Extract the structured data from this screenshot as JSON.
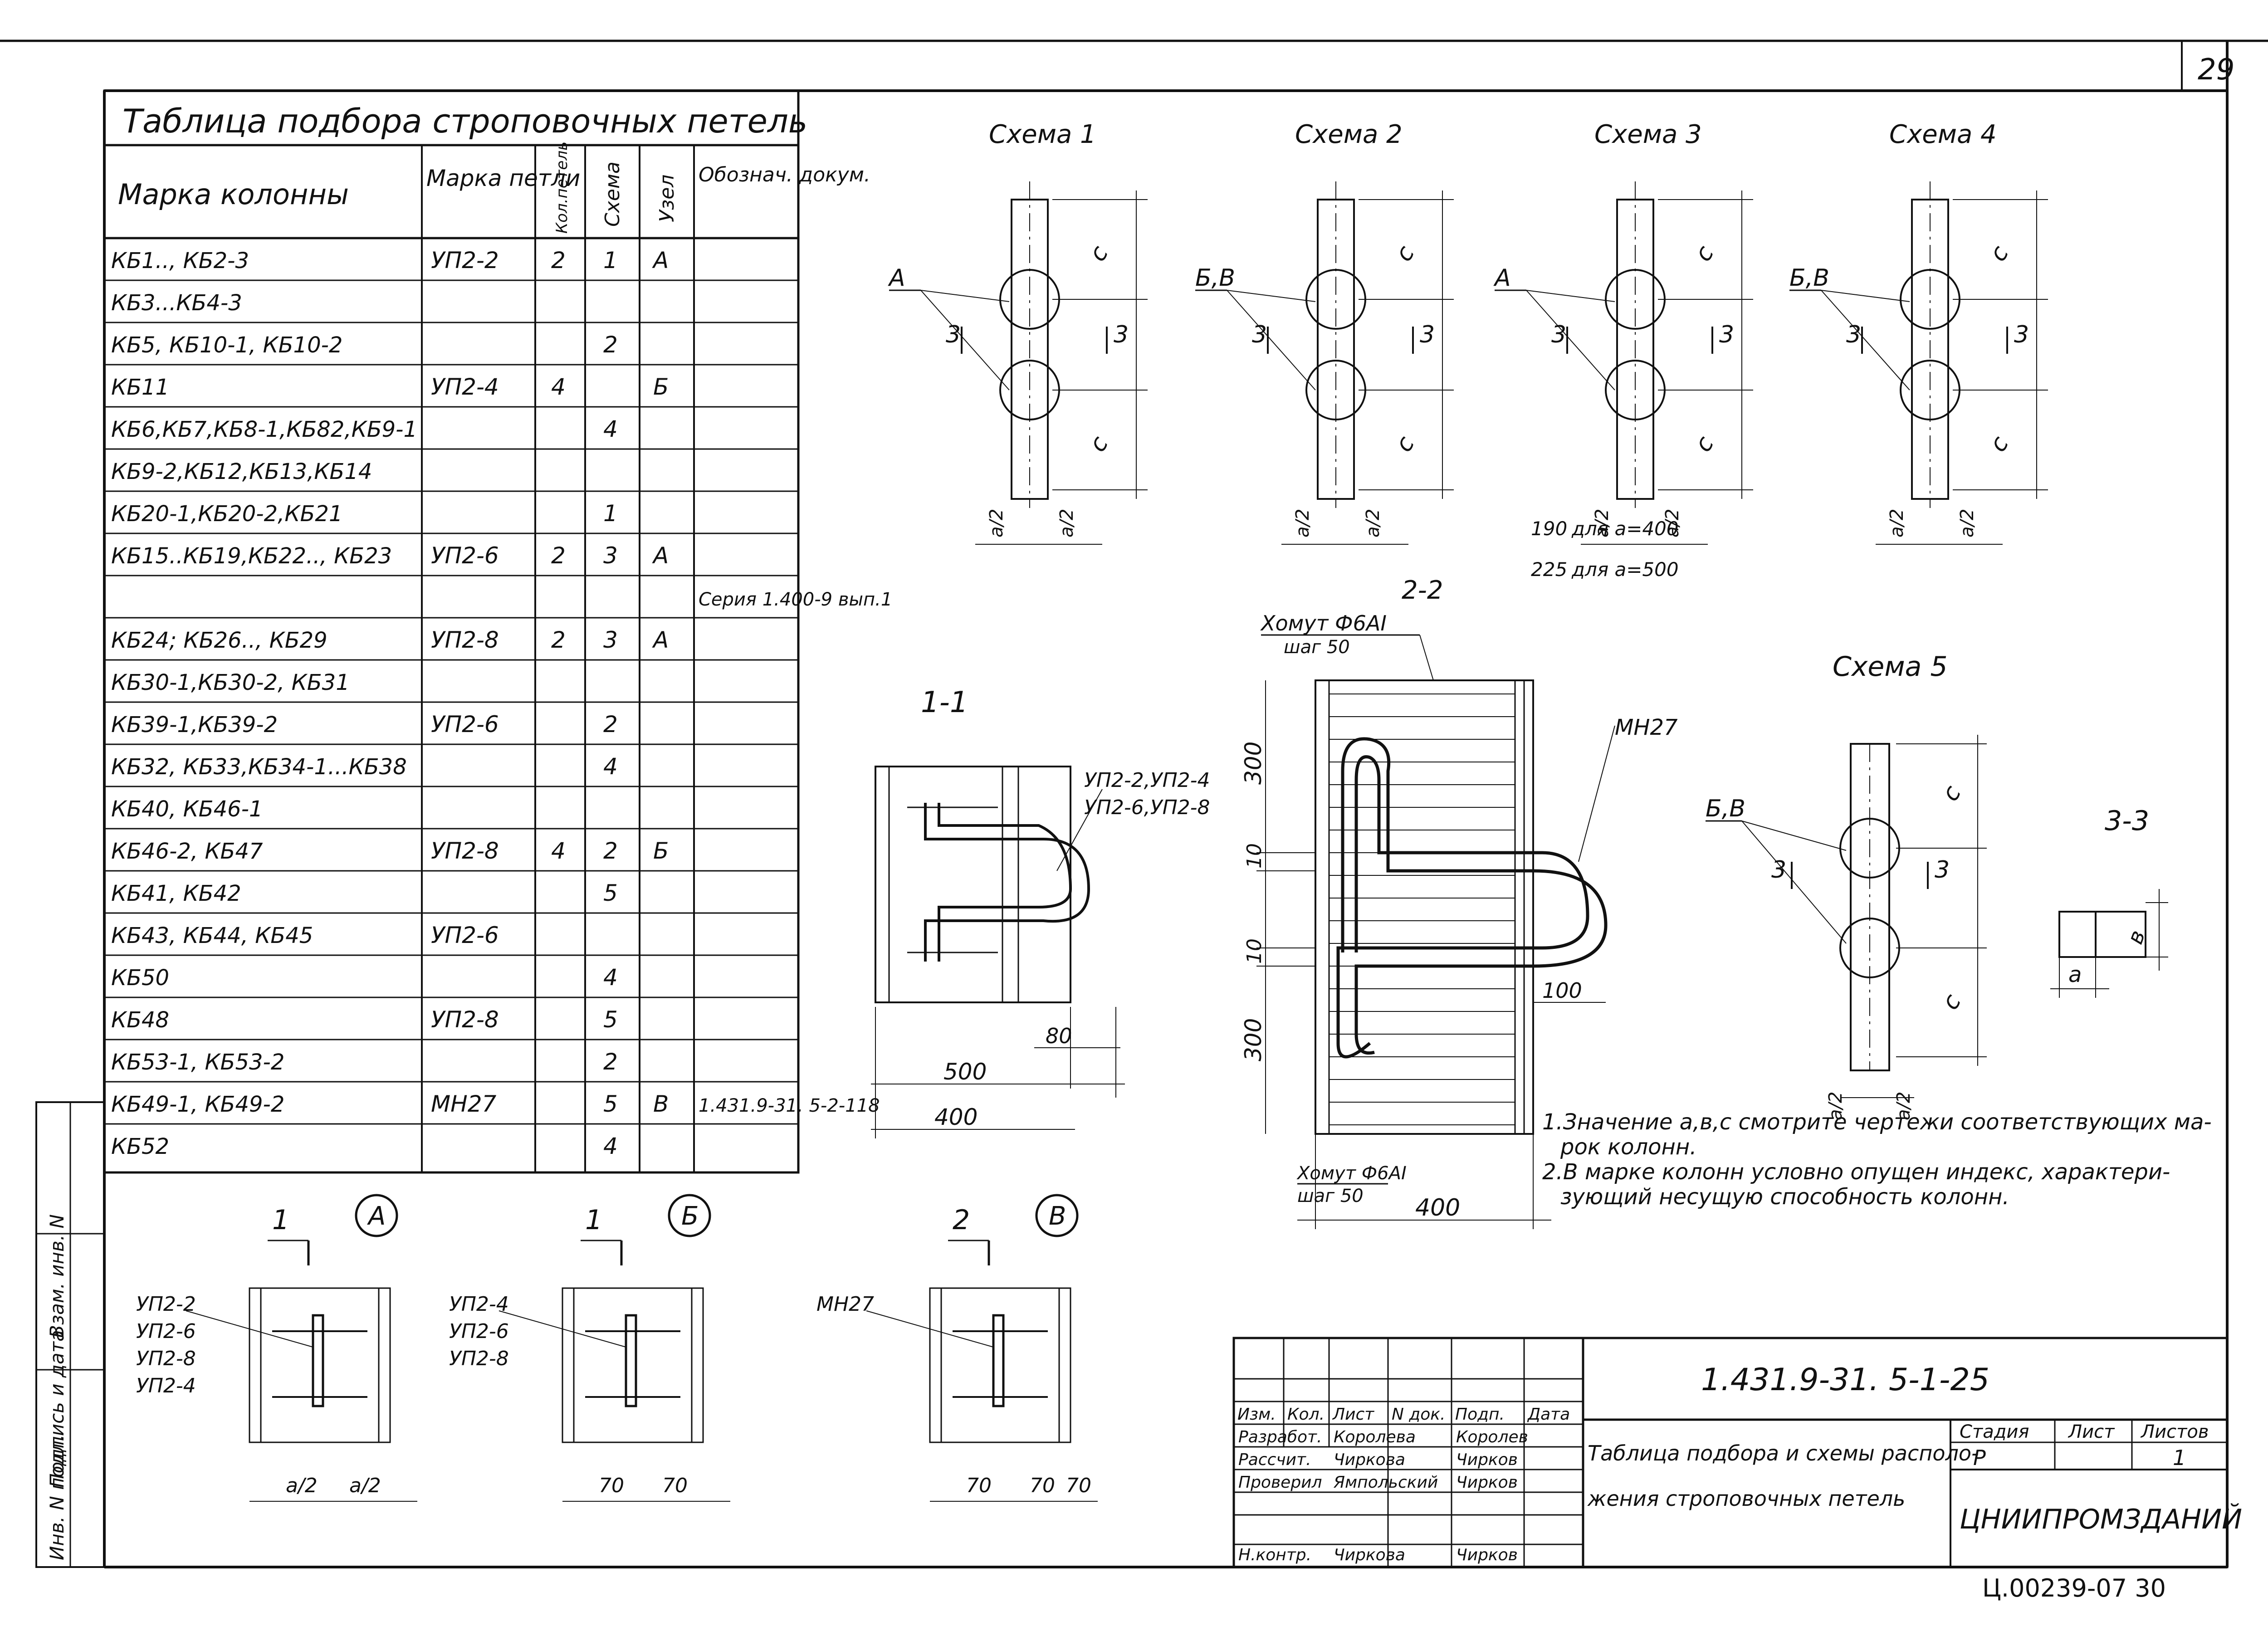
{
  "sheet_number": "29",
  "table": {
    "title": "Таблица подбора строповочных петель",
    "headers": [
      "Марка колонны",
      "Марка петли",
      "Кол.петель",
      "Схема",
      "Узел",
      "Обознач. докум."
    ],
    "rows": [
      [
        "КБ1.., КБ2-3",
        "УП2-2",
        "2",
        "1",
        "А",
        ""
      ],
      [
        "КБ3...КБ4-3",
        "",
        "",
        "",
        "",
        ""
      ],
      [
        "КБ5, КБ10-1, КБ10-2",
        "",
        "",
        "2",
        "",
        ""
      ],
      [
        "КБ11",
        "УП2-4",
        "4",
        "",
        "Б",
        ""
      ],
      [
        "КБ6,КБ7,КБ8-1,КБ82,КБ9-1",
        "",
        "",
        "4",
        "",
        ""
      ],
      [
        "КБ9-2,КБ12,КБ13,КБ14",
        "",
        "",
        "",
        "",
        ""
      ],
      [
        "КБ20-1,КБ20-2,КБ21",
        "",
        "",
        "1",
        "",
        ""
      ],
      [
        "КБ15..КБ19,КБ22.., КБ23",
        "УП2-6",
        "2",
        "3",
        "А",
        ""
      ],
      [
        "",
        "",
        "",
        "",
        "",
        "Серия 1.400-9 вып.1"
      ],
      [
        "КБ24; КБ26.., КБ29",
        "УП2-8",
        "2",
        "3",
        "А",
        ""
      ],
      [
        "КБ30-1,КБ30-2, КБ31",
        "",
        "",
        "",
        "",
        ""
      ],
      [
        "КБ39-1,КБ39-2",
        "УП2-6",
        "",
        "2",
        "",
        ""
      ],
      [
        "КБ32, КБ33,КБ34-1...КБ38",
        "",
        "",
        "4",
        "",
        ""
      ],
      [
        "КБ40, КБ46-1",
        "",
        "",
        "",
        "",
        ""
      ],
      [
        "КБ46-2, КБ47",
        "УП2-8",
        "4",
        "2",
        "Б",
        ""
      ],
      [
        "КБ41, КБ42",
        "",
        "",
        "5",
        "",
        ""
      ],
      [
        "КБ43, КБ44, КБ45",
        "УП2-6",
        "",
        "",
        "",
        ""
      ],
      [
        "КБ50",
        "",
        "",
        "4",
        "",
        ""
      ],
      [
        "КБ48",
        "УП2-8",
        "",
        "5",
        "",
        ""
      ],
      [
        "КБ53-1, КБ53-2",
        "",
        "",
        "2",
        "",
        ""
      ],
      [
        "КБ49-1, КБ49-2",
        "МН27",
        "",
        "5",
        "В",
        "1.431.9-31. 5-2-118"
      ],
      [
        "КБ52",
        "",
        "",
        "4",
        "",
        ""
      ]
    ]
  },
  "schemes": [
    "Схема 1",
    "Схема 2",
    "Схема 3",
    "Схема 4",
    "Схема 5"
  ],
  "scheme_labels": {
    "c": "с",
    "a2": "а/2",
    "three": "3",
    "A": "А",
    "BV": "Б,В",
    "dim190": "190",
    "for400": "для а=400",
    "dim225": "225",
    "for500": "для а=500"
  },
  "section_11": {
    "title": "1-1",
    "loops": "УП2-2,УП2-4",
    "loops2": "УП2-6,УП2-8",
    "d80": "80",
    "d500": "500",
    "d400": "400"
  },
  "section_22": {
    "title": "2-2",
    "clamp": "Хомут Ф6АI",
    "step": "шаг 50",
    "mn27": "МН27",
    "d300a": "300",
    "d10a": "10",
    "d10b": "10",
    "d300b": "300",
    "d100": "100",
    "d400": "400"
  },
  "section_33": {
    "title": "3-3",
    "a": "а",
    "b": "в"
  },
  "notes": [
    "1.Значение а,в,с смотрите чертежи соответствующих ма-",
    "рок колонн.",
    "2.В марке колонн условно опущен индекс, характери-",
    "зующий несущую способность колонн."
  ],
  "nodes": {
    "A": {
      "label": "А",
      "cut": "1",
      "loops": [
        "УП2-2",
        "УП2-6",
        "УП2-8",
        "УП2-4"
      ],
      "d1": "а/2",
      "d2": "а/2"
    },
    "B": {
      "label": "Б",
      "cut": "1",
      "loops": [
        "УП2-4",
        "УП2-6",
        "УП2-8"
      ],
      "d1": "70",
      "d2": "70"
    },
    "V": {
      "label": "В",
      "cut": "2",
      "loops": [
        "МН27"
      ],
      "d1": "70",
      "d2": "70",
      "d3": "70"
    }
  },
  "side_stamp": [
    "Инв. N подл.",
    "Подпись и дата",
    "Взам. инв. N"
  ],
  "title_block": {
    "doc_code": "1.431.9-31. 5-1-25",
    "head": [
      "Изм.",
      "Кол.",
      "Лист",
      "N док.",
      "Подп.",
      "Дата"
    ],
    "roles": [
      "Разработ.",
      "Рассчит.",
      "Проверил",
      "Н.контр."
    ],
    "names": [
      "Королева",
      "Чиркова",
      "Ямпольский",
      "Чиркова"
    ],
    "signs": [
      "Королев",
      "Чирков",
      "Чирков",
      "Чирков"
    ],
    "title_line1": "Таблица подбора и схемы располо-",
    "title_line2": "жения строповочных петель",
    "stage_h": "Стадия",
    "sheet_h": "Лист",
    "sheets_h": "Листов",
    "stage": "Р",
    "sheets": "1",
    "org": "ЦНИИПРОМЗДАНИЙ"
  },
  "bottom_code": "Ц.00239-07  30"
}
